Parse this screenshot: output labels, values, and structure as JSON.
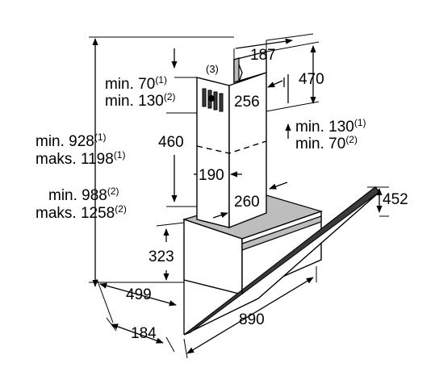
{
  "labels": {
    "d187": "187",
    "d470": "470",
    "note3": "(3)",
    "chimney_top": {
      "min_text": "min. 70",
      "min_sup": "(1)",
      "alt_text": "min. 130",
      "alt_sup": "(2)"
    },
    "d256": "256",
    "chimney_gap": {
      "min_text": "min. 130",
      "min_sup": "(1)",
      "alt_text": "min. 70",
      "alt_sup": "(2)"
    },
    "height_a": {
      "min_text": "min. 928",
      "min_sup": "(1)",
      "max_text": "maks. 1198",
      "max_sup": "(1)"
    },
    "d460": "460",
    "d190": "190",
    "height_b": {
      "min_text": "min. 988",
      "min_sup": "(2)",
      "max_text": "maks. 1258",
      "max_sup": "(2)"
    },
    "d260": "260",
    "d452": "452",
    "d323": "323",
    "d499": "499",
    "d890": "890",
    "d184": "184"
  }
}
